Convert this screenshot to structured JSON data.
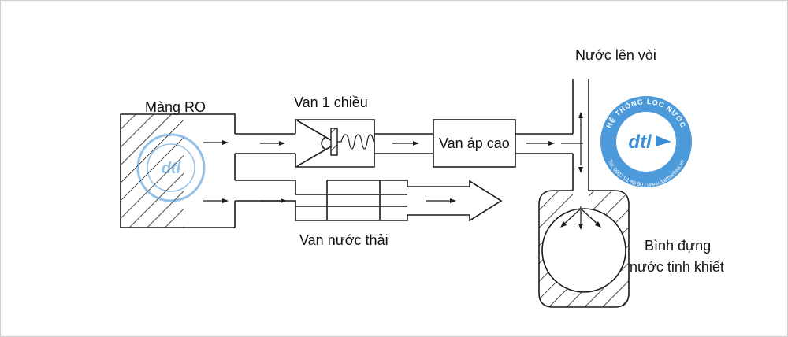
{
  "labels": {
    "ro_membrane": "Màng RO",
    "check_valve": "Van 1 chiều",
    "high_pressure_valve": "Van áp cao",
    "waste_valve": "Van nước thải",
    "to_faucet": "Nước lên vòi",
    "tank_line1": "Bình đựng",
    "tank_line2": "nước tinh khiết"
  },
  "watermark": {
    "brand": "dtl",
    "ring_text": "HỆ THỐNG LỌC NƯỚC",
    "contact_text": "Tel: 0907 91 80 80 I www.datthanhloi.vn",
    "color": "#3a8fd6"
  },
  "colors": {
    "line": "#1a1a1a",
    "text": "#111111",
    "watermark": "#3a8fd6"
  }
}
